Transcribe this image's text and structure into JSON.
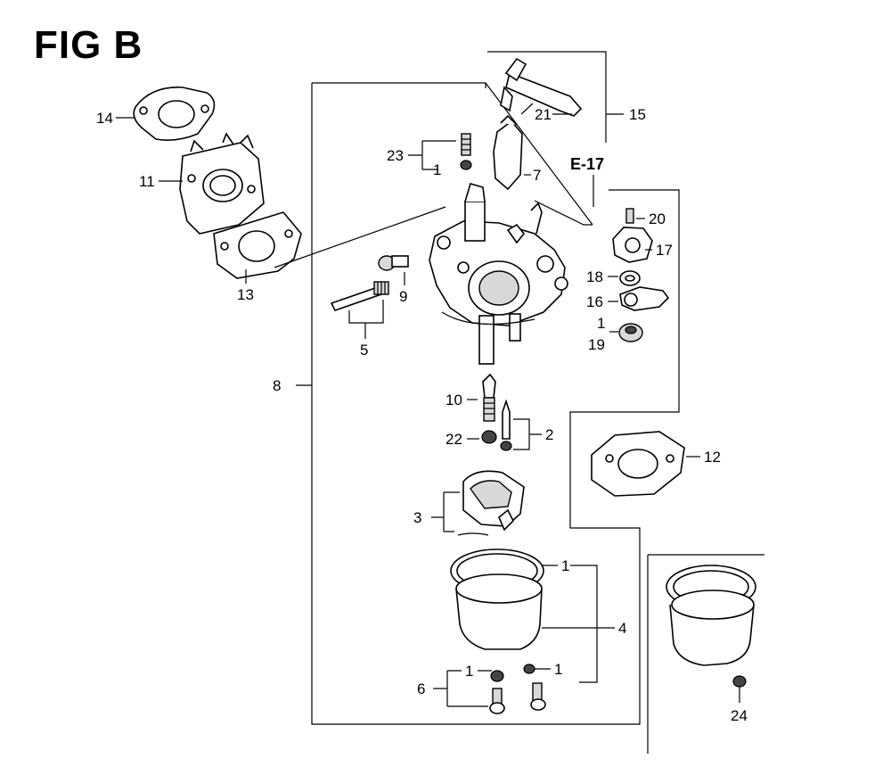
{
  "figure": {
    "title": "FIG B",
    "section_ref": "E-17"
  },
  "callouts": {
    "p14": "14",
    "p11": "11",
    "p13": "13",
    "p23": "23",
    "p1_23": "1",
    "p21": "21",
    "p15": "15",
    "p7": "7",
    "p9": "9",
    "p5": "5",
    "p8": "8",
    "p20": "20",
    "p17": "17",
    "p18": "18",
    "p16": "16",
    "p1_19": "1",
    "p19": "19",
    "p10": "10",
    "p22": "22",
    "p2": "2",
    "p12": "12",
    "p3": "3",
    "p1_bowl": "1",
    "p4": "4",
    "p6": "6",
    "p1_6": "1",
    "p1_drain": "1",
    "p24": "24"
  }
}
